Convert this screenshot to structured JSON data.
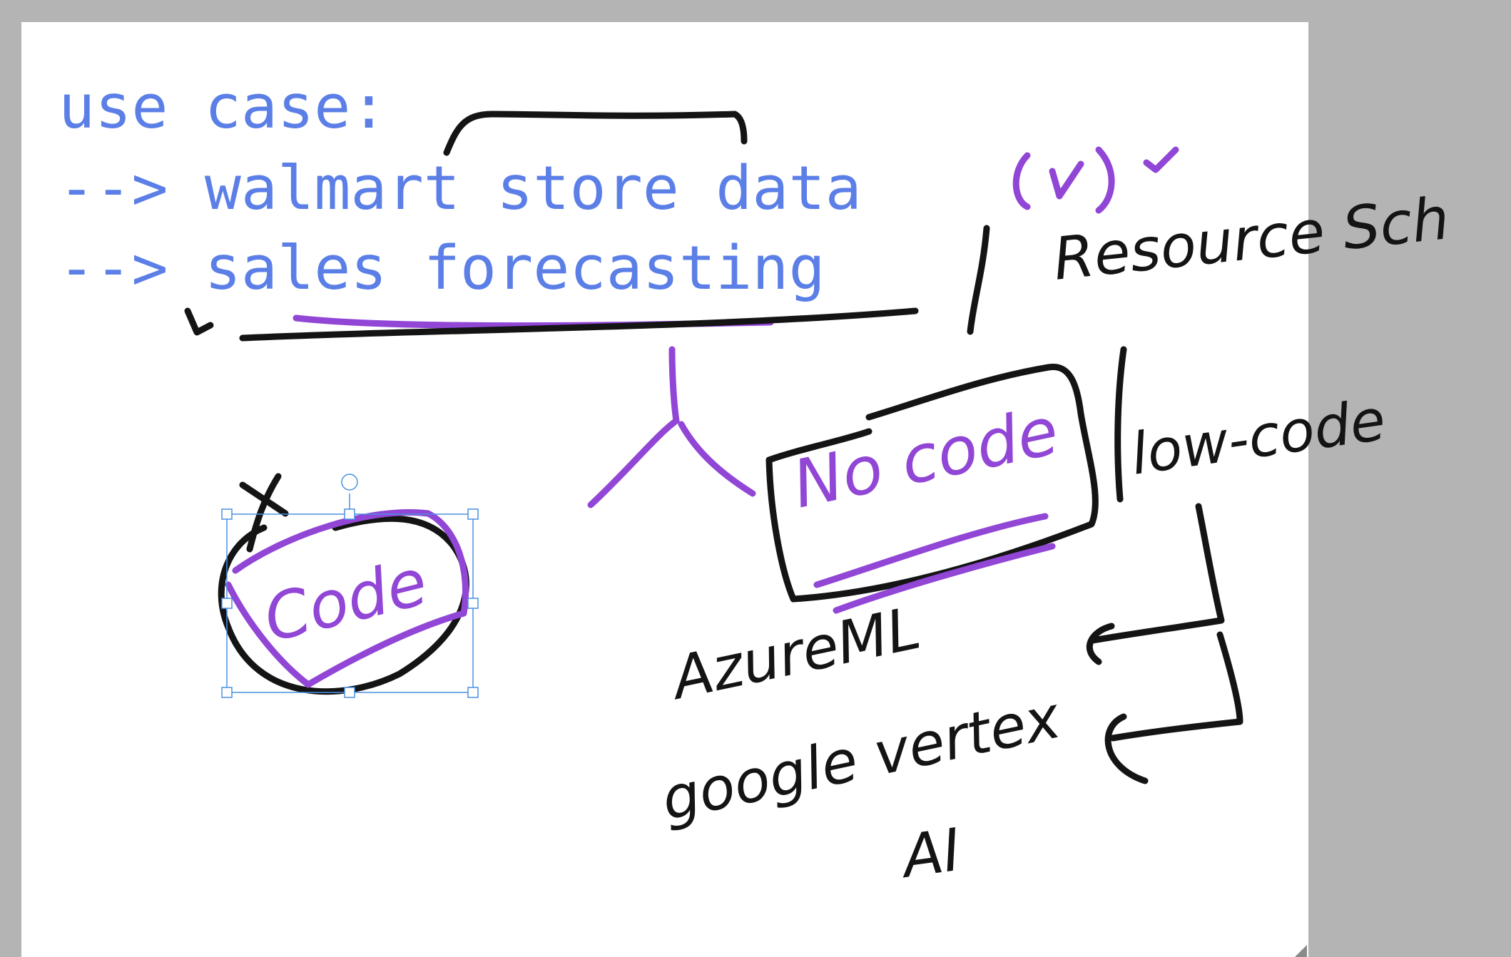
{
  "typed_text": {
    "line1": "use case:",
    "line2": "--> walmart store data",
    "line3": "--> sales forecasting"
  },
  "handwriting": {
    "check_paren": "(✓)",
    "check_mark": "✓",
    "resource_label": "Resource Sch",
    "no_code_label": "No code",
    "low_code_label": "low-code",
    "code_label": "Code",
    "x_mark": "x",
    "azure_label": "AzureML",
    "google_label": "google vertex",
    "ai_label": "AI"
  },
  "colors": {
    "typed_text": "#5b7fe6",
    "ink_black": "#141414",
    "ink_purple": "#9146d6",
    "selection": "#4a90e2"
  }
}
